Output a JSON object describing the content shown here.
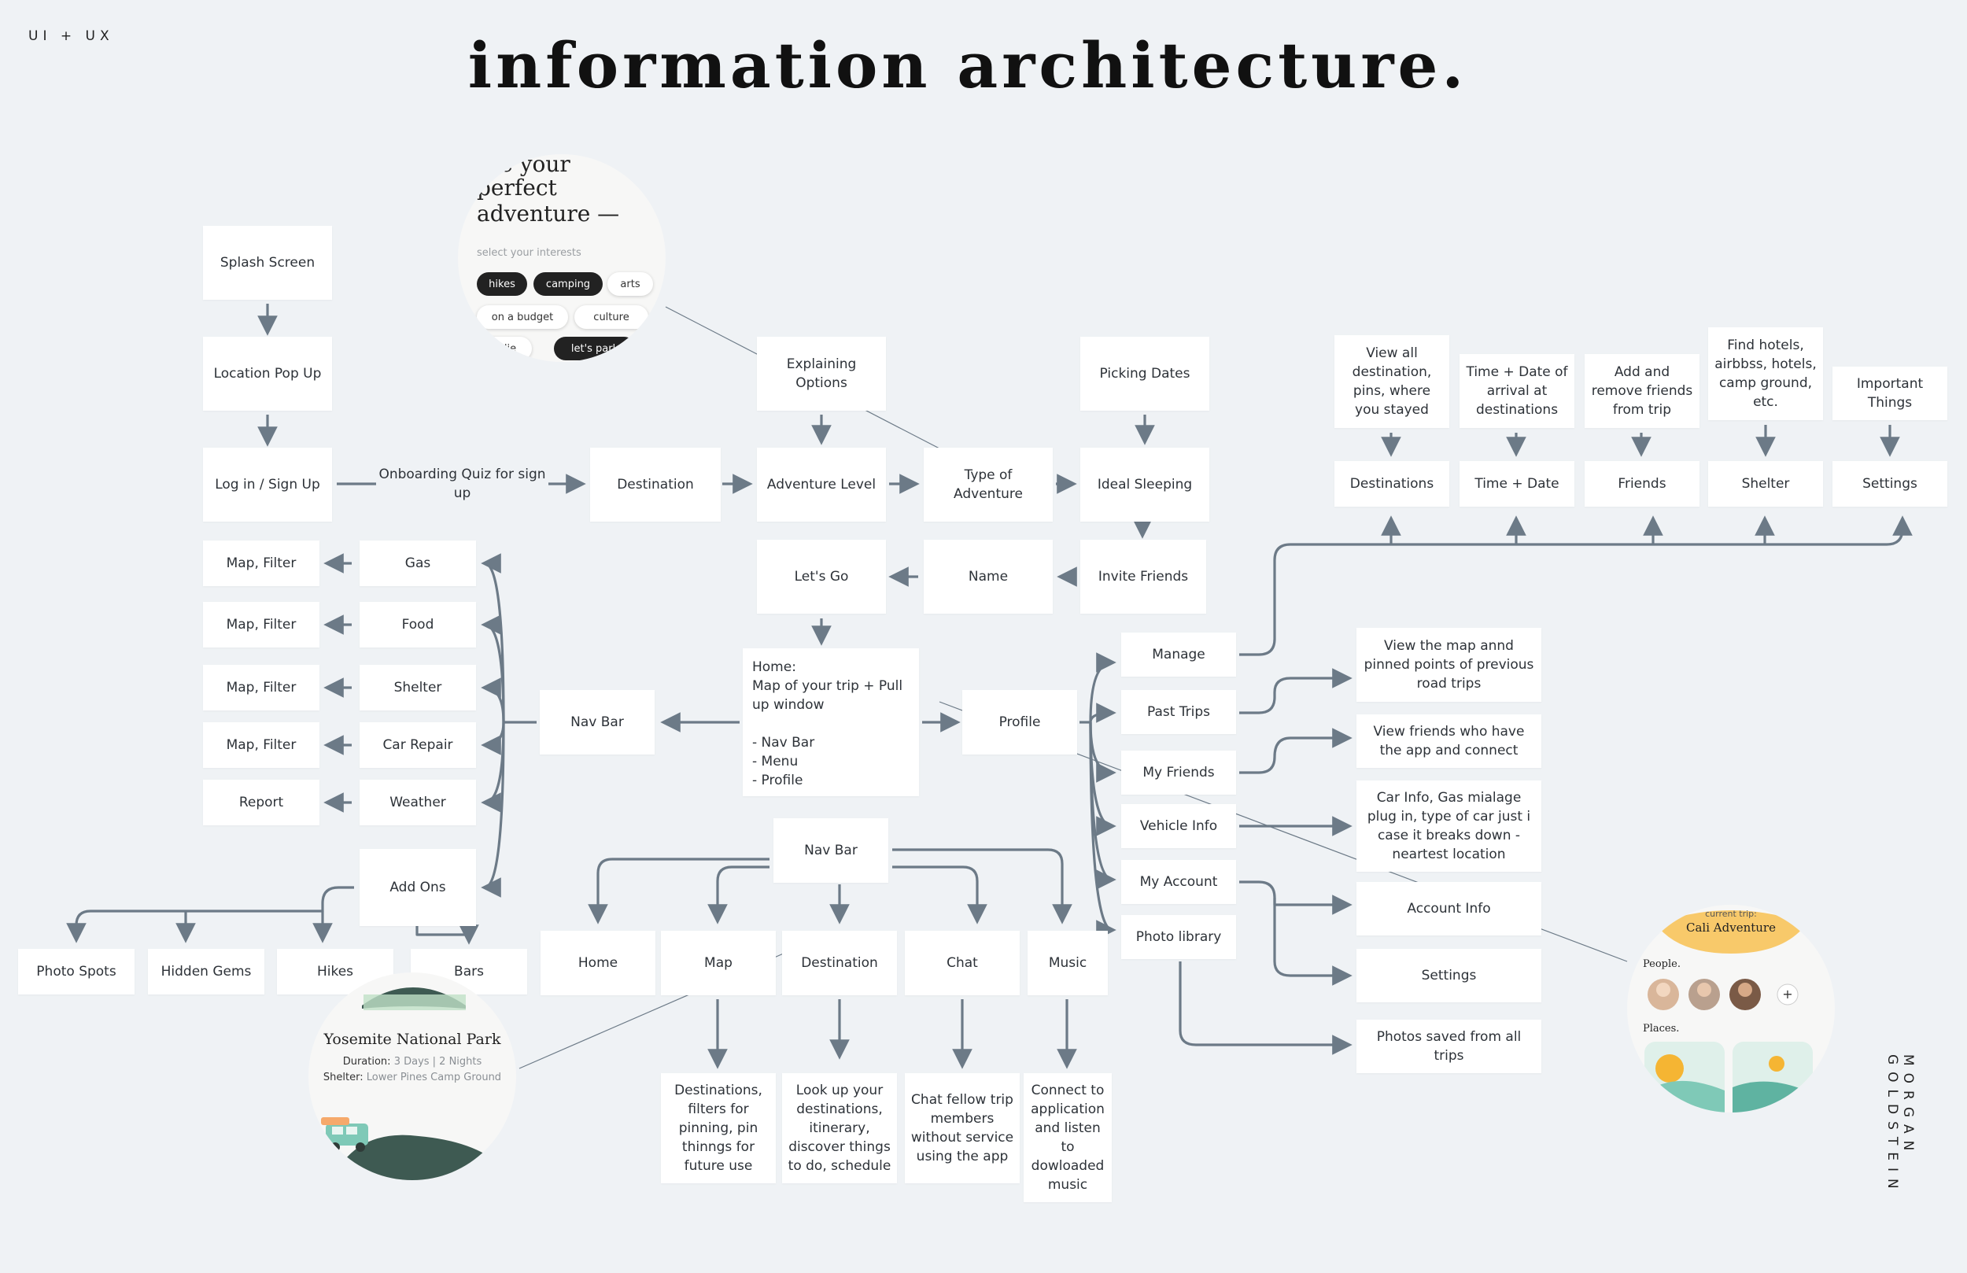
{
  "header": {
    "tag": "UI + UX",
    "title": "information architecture.",
    "author": "MORGAN GOLDSTEIN"
  },
  "nodes": {
    "splash": "Splash Screen",
    "location": "Location Pop Up",
    "login": "Log in / Sign Up",
    "onboarding": "Onboarding Quiz for sign up",
    "destination": "Destination",
    "adventure_level": "Adventure Level",
    "type_adventure": "Type of Adventure",
    "ideal_sleeping": "Ideal Sleeping",
    "explaining": "Explaining Options",
    "picking_dates": "Picking Dates",
    "invite_friends": "Invite Friends",
    "name": "Name",
    "lets_go": "Let's Go",
    "home": "Home:\nMap of your trip + Pull up window\n\n- Nav Bar\n- Menu\n- Profile",
    "nav_bar_left": "Nav Bar",
    "nav_bar_bottom": "Nav Bar",
    "profile": "Profile",
    "gas": "Gas",
    "food": "Food",
    "shelter": "Shelter",
    "car_repair": "Car Repair",
    "weather": "Weather",
    "add_ons": "Add Ons",
    "map_filter_1": "Map, Filter",
    "map_filter_2": "Map, Filter",
    "map_filter_3": "Map, Filter",
    "map_filter_4": "Map, Filter",
    "report": "Report",
    "photo_spots": "Photo Spots",
    "hidden_gems": "Hidden Gems",
    "hikes": "Hikes",
    "bars": "Bars",
    "nb_home": "Home",
    "nb_map": "Map",
    "nb_destination": "Destination",
    "nb_chat": "Chat",
    "nb_music": "Music",
    "map_desc": "Destinations, filters for pinning, pin thinngs for future use",
    "dest_desc": "Look up your destinations, itinerary, discover things to do, schedule",
    "chat_desc": "Chat fellow trip members without service using the app",
    "music_desc": "Connect to application and listen to dowloaded music",
    "manage": "Manage",
    "past_trips": "Past Trips",
    "my_friends": "My Friends",
    "vehicle_info": "Vehicle Info",
    "my_account": "My Account",
    "photo_library": "Photo library",
    "past_trips_desc": "View the map annd pinned points of previous road trips",
    "friends_desc": "View friends who have the app and connect",
    "vehicle_desc": "Car Info, Gas mialage plug in, type of car just i case it breaks down - neartest location",
    "account_info": "Account Info",
    "settings_acc": "Settings",
    "photos_desc": "Photos saved from all trips",
    "destinations_m": "Destinations",
    "time_date": "Time + Date",
    "friends_m": "Friends",
    "shelter_m": "Shelter",
    "settings_m": "Settings",
    "destinations_desc": "View all destination, pins, where you stayed",
    "time_desc": "Time + Date of arrival at destinations",
    "friends_mdesc": "Add and remove friends from trip",
    "shelter_desc": "Find hotels, airbbss, hotels, camp ground, etc.",
    "settings_desc": "Important Things"
  },
  "quiz_mockup": {
    "heading_1": "ose your",
    "heading_2": "perfect",
    "heading_3": "adventure —",
    "subtitle": "select your interests",
    "chips": [
      "hikes",
      "camping",
      "arts",
      "on a budget",
      "culture",
      "foodie",
      "let's park"
    ]
  },
  "park_mockup": {
    "title": "Yosemite National Park",
    "duration_label": "Duration:",
    "duration_value": "3 Days | 2 Nights",
    "shelter_label": "Shelter:",
    "shelter_value": "Lower Pines Camp Ground"
  },
  "profile_mockup": {
    "trip_label": "current trip:",
    "trip_name": "Cali Adventure",
    "people_label": "People.",
    "places_label": "Places.",
    "add_symbol": "+"
  },
  "colors": {
    "background": "#eff2f5",
    "node": "#ffffff",
    "connector": "#6c7a87",
    "accent_yellow": "#f8c96a",
    "accent_teal": "#7fc9b7",
    "dark_green": "#3e5a52"
  }
}
